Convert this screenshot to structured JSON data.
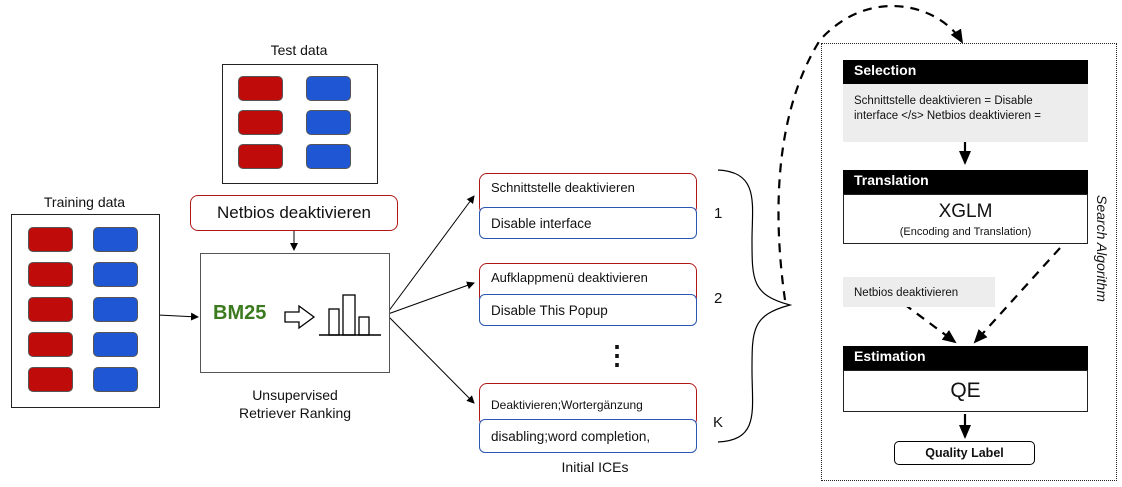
{
  "test_data": {
    "label": "Test data"
  },
  "training_data": {
    "label": "Training data"
  },
  "query": {
    "text": "Netbios deaktivieren"
  },
  "retriever": {
    "method": "BM25",
    "caption_line1": "Unsupervised",
    "caption_line2": "Retriever Ranking"
  },
  "ices": {
    "items": [
      {
        "source": "Schnittstelle deaktivieren",
        "target": "Disable interface",
        "rank": "1"
      },
      {
        "source": "Aufklappmenü deaktivieren",
        "target": "Disable This Popup",
        "rank": "2"
      },
      {
        "source": "Deaktivieren;Wortergänzung",
        "target": "disabling;word completion,",
        "rank": "K"
      }
    ],
    "ellipsis": "⋮",
    "caption": "Initial ICEs"
  },
  "search": {
    "side_label": "Search Algorithm",
    "selection": {
      "header": "Selection",
      "text_line1": "Schnittstelle deaktivieren = Disable",
      "text_line2": "interface </s> Netbios deaktivieren ="
    },
    "translation": {
      "header": "Translation",
      "model": "XGLM",
      "subtitle": "(Encoding and Translation)"
    },
    "query_text": "Netbios deaktivieren",
    "estimation": {
      "header": "Estimation",
      "model": "QE"
    },
    "output": "Quality Label"
  },
  "colors": {
    "red": "#c00b0b",
    "blue": "#1f56d3",
    "bm25_green": "#3b7a1e"
  }
}
